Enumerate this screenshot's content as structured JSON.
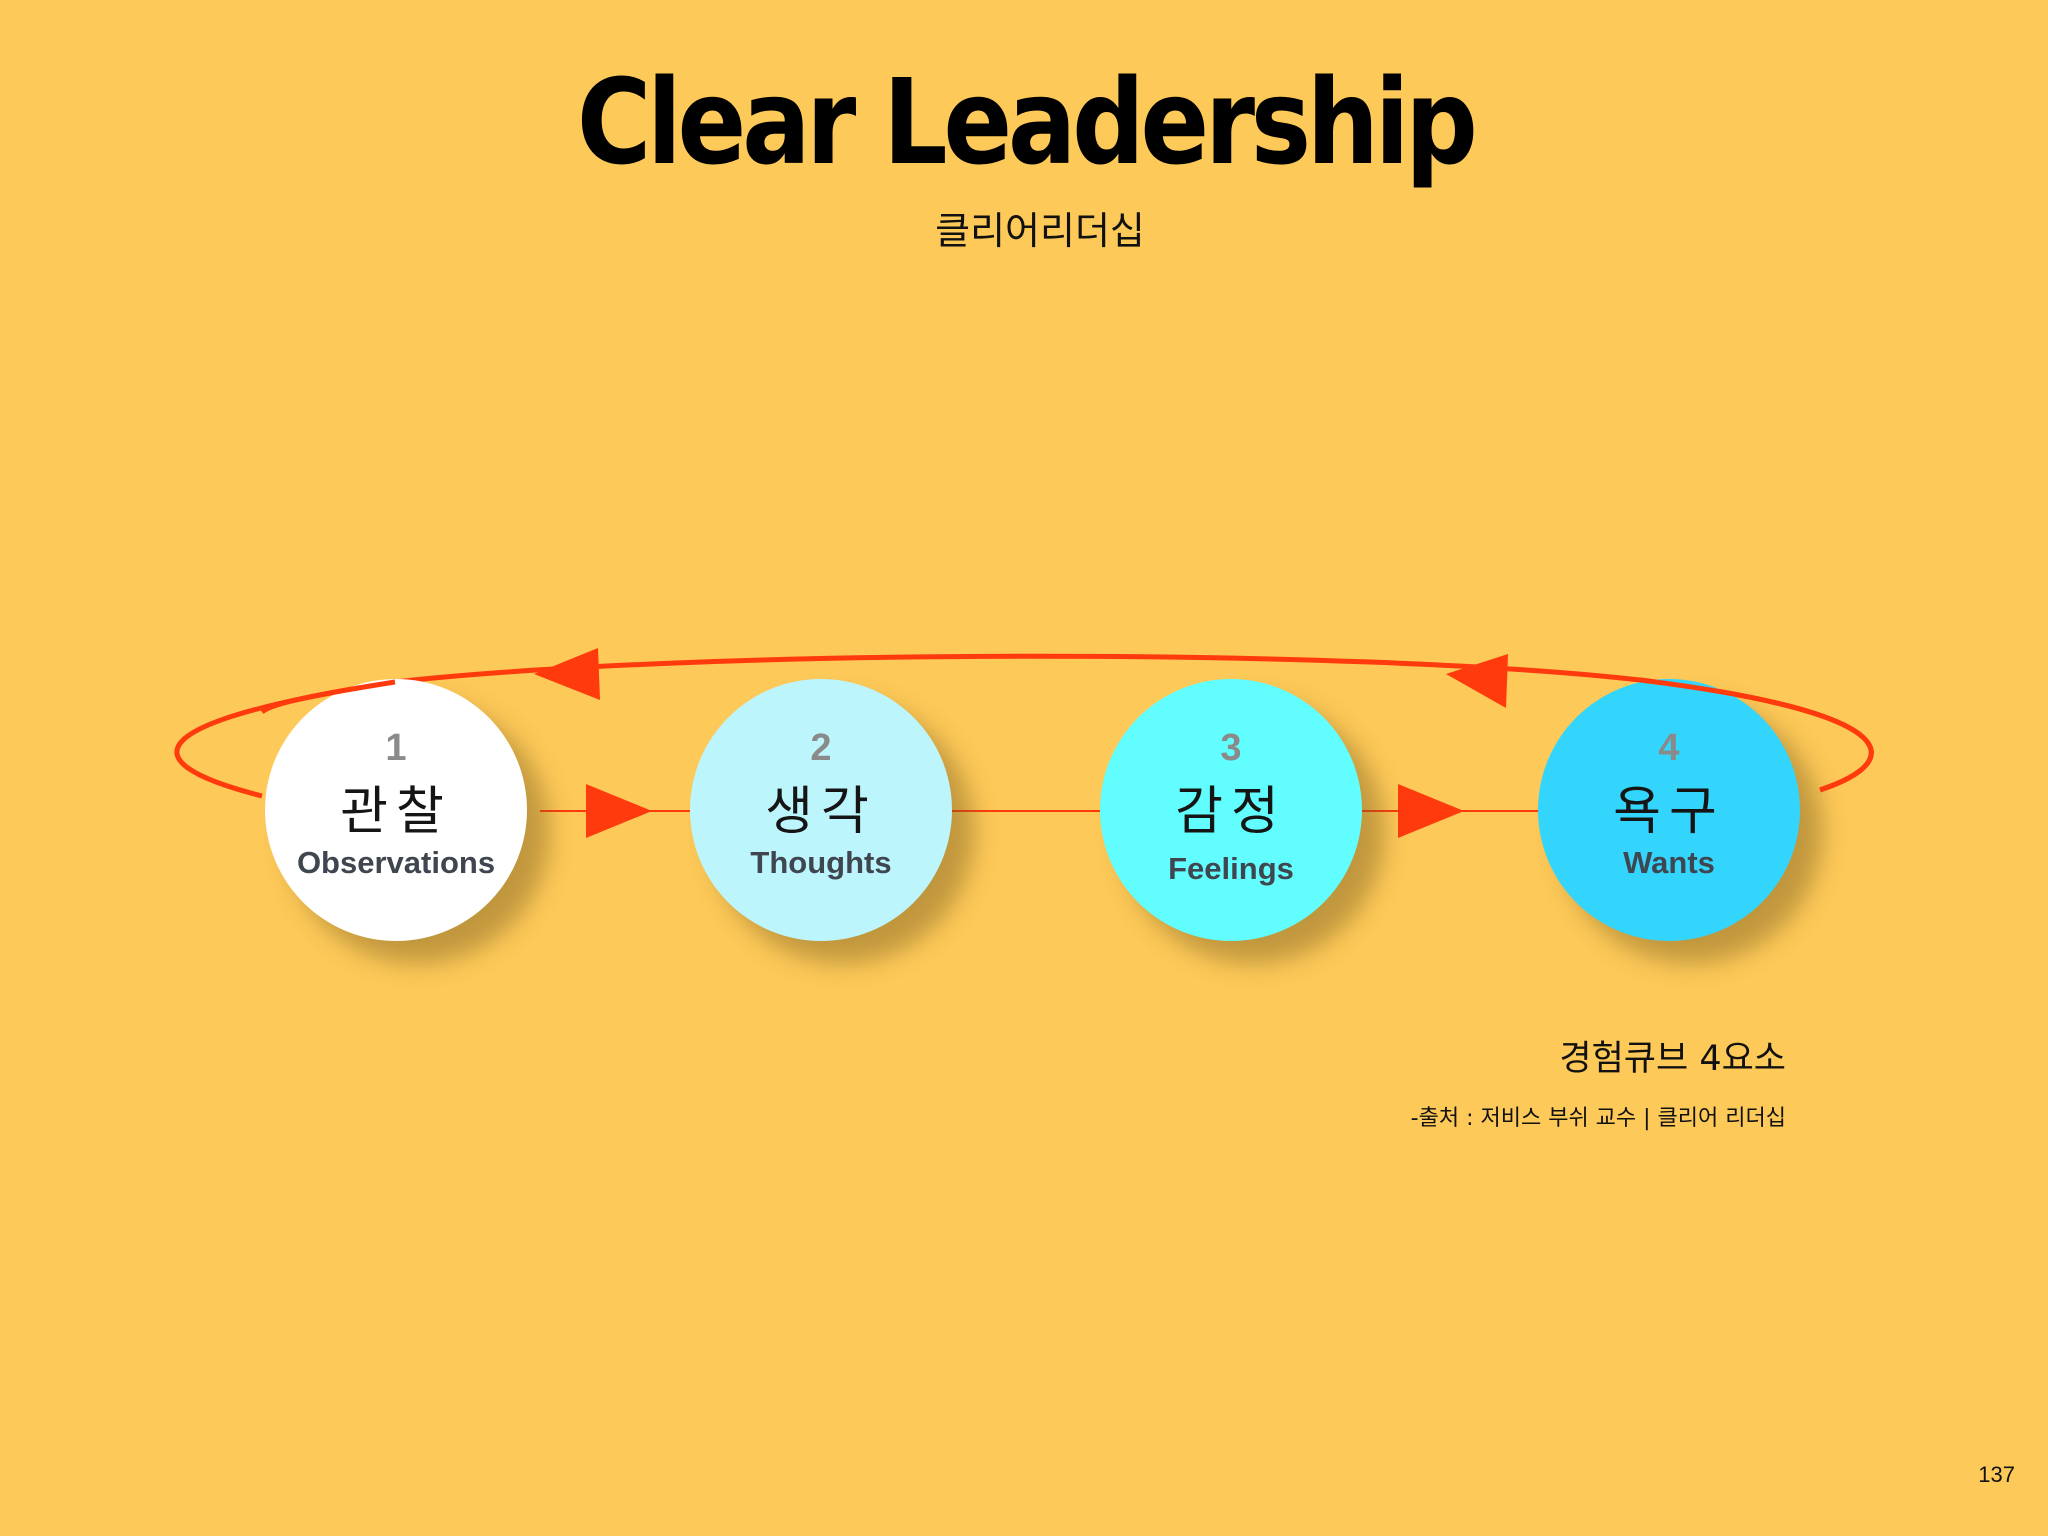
{
  "title": "Clear Leadership",
  "subtitle": "클리어리더십",
  "nodes": [
    {
      "number": "1",
      "korean": "관찰",
      "english": "Observations",
      "color": "#FFFFFF"
    },
    {
      "number": "2",
      "korean": "생각",
      "english": "Thoughts",
      "color": "#BDF5FD"
    },
    {
      "number": "3",
      "korean": "감정",
      "english": "Feelings",
      "color": "#62FDFE"
    },
    {
      "number": "4",
      "korean": "욕구",
      "english": "Wants",
      "color": "#33D5FD"
    }
  ],
  "arrow_color": "#FF3A0C",
  "caption": "경험큐브 4요소",
  "source": "-출처 : 저비스 부쉬 교수 | 클리어 리더십",
  "page_number": "137"
}
